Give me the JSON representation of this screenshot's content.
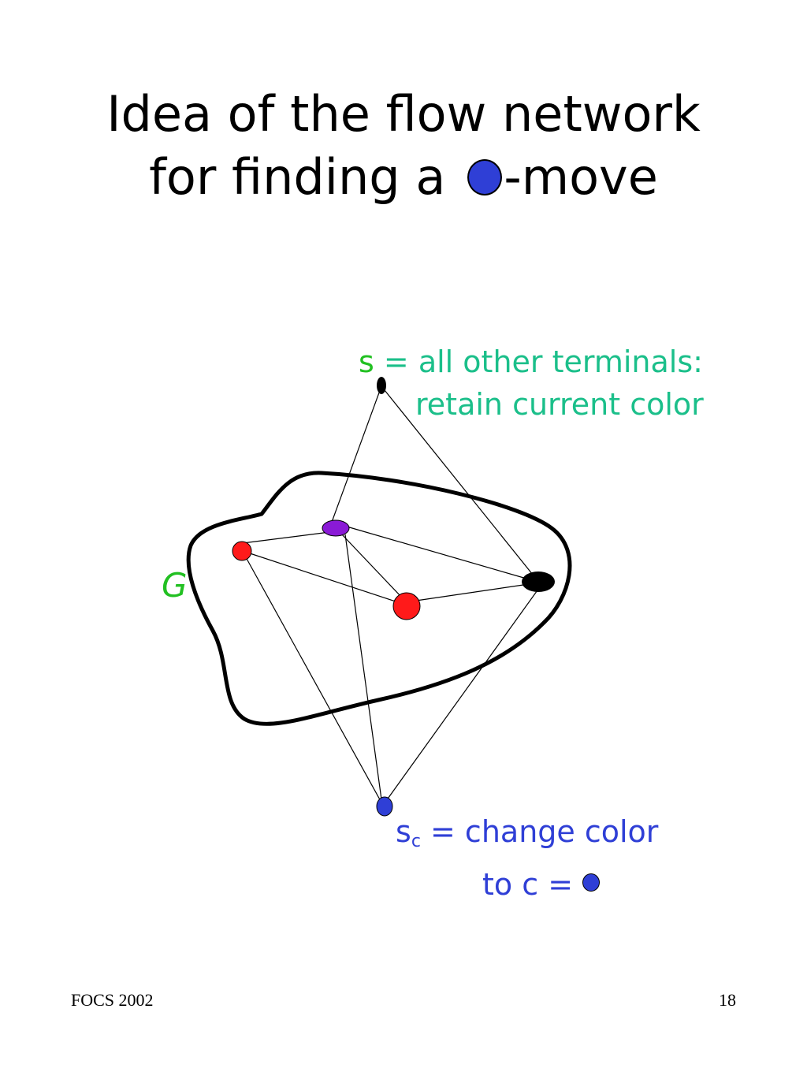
{
  "title": {
    "line1": "Idea of the flow network",
    "line2_prefix": "for finding a",
    "line2_suffix": "-move"
  },
  "labels": {
    "s_symbol": "s",
    "s_text1": "= all other terminals:",
    "s_text2": "retain current color",
    "graph_label": "G",
    "sc_symbol": "s",
    "sc_subscript": "c",
    "sc_text1": "= change color",
    "sc_text2": "to c ="
  },
  "footer": {
    "left": "FOCS 2002",
    "right": "18"
  },
  "colors": {
    "blue": "#2f3fd6",
    "red": "#ff1a1a",
    "purple": "#8a1ad6",
    "black": "#000000",
    "teal_text": "#1bbf8a",
    "green_text": "#22c022"
  }
}
